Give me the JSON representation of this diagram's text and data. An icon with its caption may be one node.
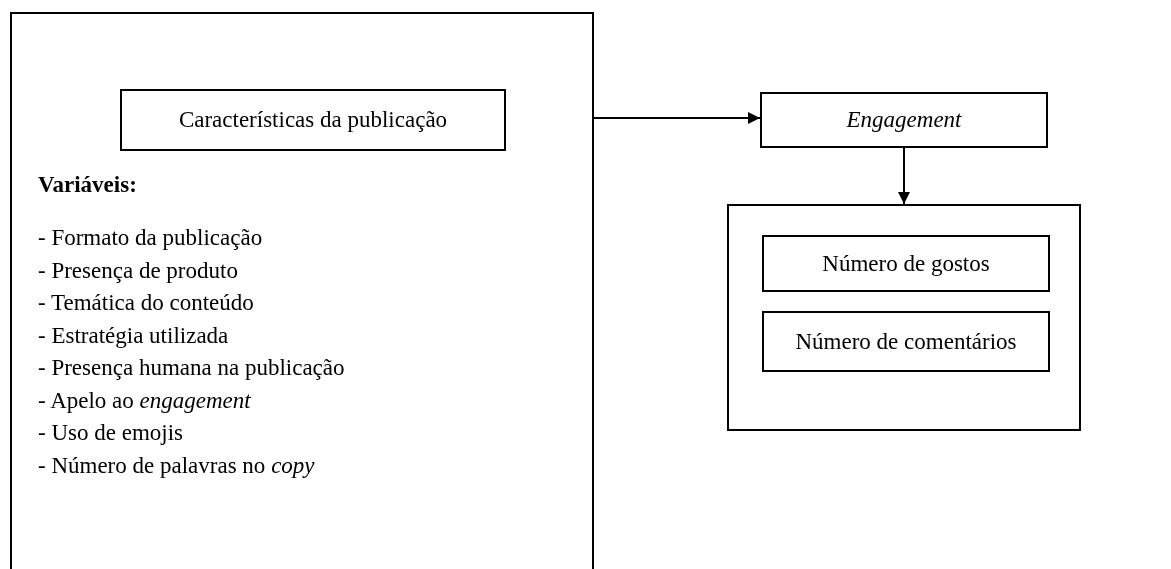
{
  "diagram": {
    "nodes": [
      {
        "text": [
          "Variáveis:",
          "- Formato da publicação",
          "- Presença de produto",
          "- Temática do conteúdo",
          "- Estratégia utilizada",
          "- Presença humana na publicação",
          "- Apelo ao *engagement*",
          "- Uso de emojis",
          "- Número de palavras no *copy*"
        ]
      },
      {
        "text": [
          "Características da publicação"
        ],
        "in": 0
      },
      {
        "text": [
          "Engagement"
        ]
      },
      {
        "text": [],
        "shape": "box"
      },
      {
        "text": [
          "Número de gostos"
        ],
        "in": 3
      },
      {
        "text": [
          "Número de comentários"
        ],
        "in": 3
      }
    ],
    "edges": [
      {
        "from": 0,
        "to": 2,
        "arrow": "to"
      },
      {
        "from": 2,
        "to": 3,
        "arrow": "to"
      }
    ]
  }
}
